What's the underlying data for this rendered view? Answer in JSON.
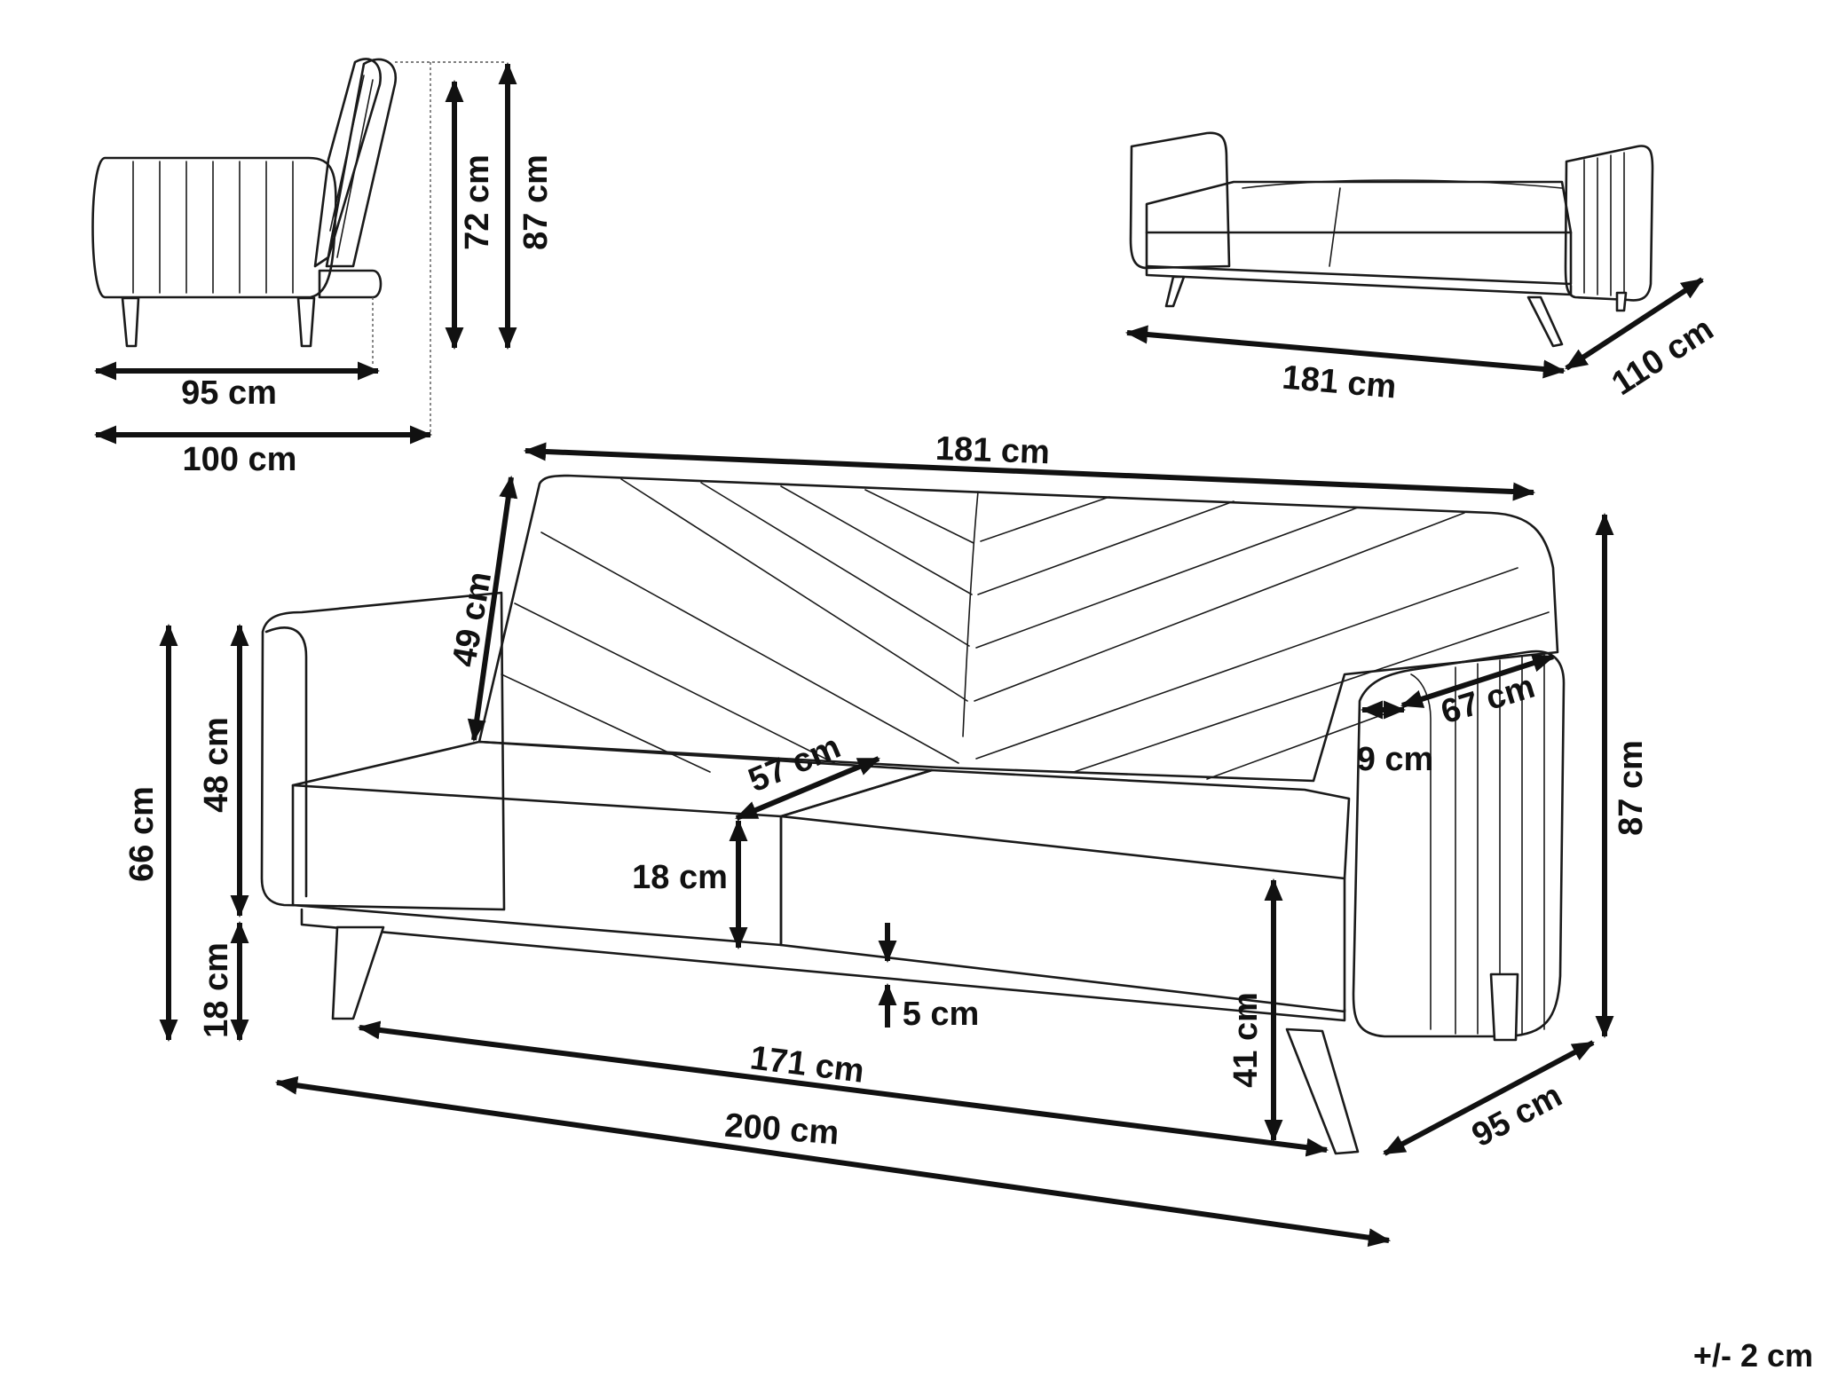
{
  "tolerance": "+/- 2 cm",
  "side_view": {
    "depth_seat": "95 cm",
    "depth_total": "100 cm",
    "height_back": "72 cm",
    "height_total": "87 cm"
  },
  "bed_view": {
    "width": "181 cm",
    "depth": "110 cm"
  },
  "front_view": {
    "back_width": "181 cm",
    "back_height": "49 cm",
    "arm_outer_height": "66 cm",
    "arm_upper_height": "48 cm",
    "arm_lower_height": "18 cm",
    "seat_depth": "57 cm",
    "cushion_height": "18 cm",
    "gap_bottom": "5 cm",
    "arm_width": "9 cm",
    "arm_length": "67 cm",
    "total_height": "87 cm",
    "seat_height": "41 cm",
    "inner_width": "171 cm",
    "total_width": "200 cm",
    "total_depth": "95 cm"
  }
}
